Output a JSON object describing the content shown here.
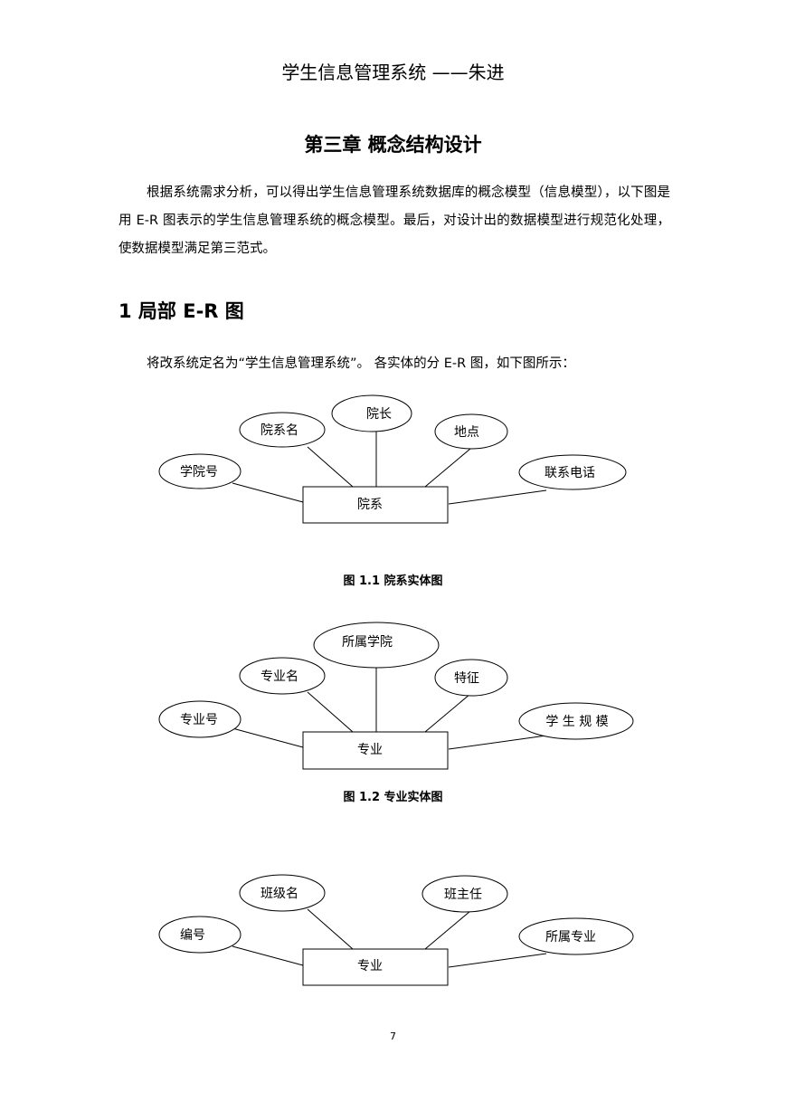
{
  "header": "学生信息管理系统 ——朱进",
  "chapter_title": "第三章 概念结构设计",
  "paragraph": "根据系统需求分析，可以得出学生信息管理系统数据库的概念模型（信息模型），以下图是用 E-R 图表示的学生信息管理系统的概念模型。最后，对设计出的数据模型进行规范化处理，使数据模型满足第三范式。",
  "section_title": "1 局部 E-R 图",
  "intro": "将改系统定名为“学生信息管理系统”。 各实体的分 E-R 图，如下图所示：",
  "diagram1": {
    "entity": "院系",
    "attributes": {
      "xueyuanhao": "学院号",
      "yuanximing": "院系名",
      "yuanzhang": "院长",
      "didian": "地点",
      "lianxidianhua": "联系电话"
    },
    "caption": "图 1.1 院系实体图"
  },
  "diagram2": {
    "entity": "专业",
    "attributes": {
      "zhuanyehao": "专业号",
      "zhuanyeming": "专业名",
      "suoshuxueyuan": "所属学院",
      "tezheng": "特征",
      "xueshengguimo": "学 生 规 模"
    },
    "caption": "图 1.2 专业实体图"
  },
  "diagram3": {
    "entity": "专业",
    "attributes": {
      "bianhao": "编号",
      "banjiming": "班级名",
      "banzhuren": "班主任",
      "suoshuzhuanye": "所属专业"
    }
  },
  "page_number": "7"
}
